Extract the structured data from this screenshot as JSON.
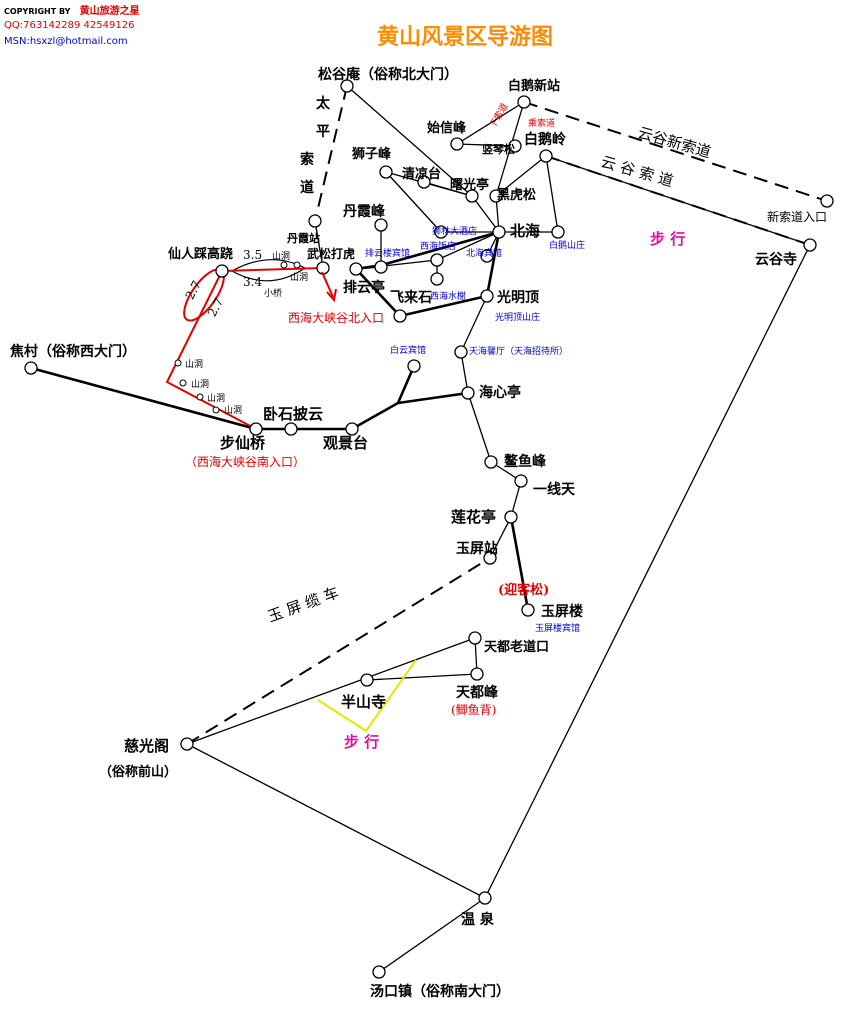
{
  "header": {
    "copyright": "COPYRIGHT BY",
    "author": "黄山旅游之星",
    "qq": "QQ:763142289 42549126",
    "msn": "MSN:hsxzl@hotmail.com"
  },
  "title": "黄山风景区导游图",
  "colors": {
    "title": "#ff8c00",
    "red": "#e00000",
    "blue": "#0000cc",
    "magenta": "#e0109c",
    "yellow": "#e6e600",
    "line": "#000000"
  },
  "places": {
    "songguan": "松谷庵（俗称北大门）",
    "baie": "白鹅新站",
    "xiasuodao": "下索道",
    "shangsuodao": "乘索道",
    "shixin": "始信峰",
    "baieling": "白鹅岭",
    "shuqin": "竖琴松",
    "shizi": "狮子峰",
    "qingliang": "清凉台",
    "shuguang": "曙光亭",
    "heihu": "黑虎松",
    "danxia": "丹霞峰",
    "shilin": "狮林大酒店",
    "beihai": "北海",
    "baige": "白鹅山庄",
    "danxiazhan": "丹霞站",
    "paiyunlou": "排云楼宾馆",
    "xihaifd": "西海饭店",
    "beihaibg": "北海宾馆",
    "xianren": "仙人踩高跷",
    "wusong": "武松打虎",
    "paiyun": "排云亭",
    "feilai": "飞来石",
    "xihaisx": "西海水榭",
    "guangming": "光明顶",
    "gmsz": "光明顶山庄",
    "xihaiN": "西海大峡谷北入口",
    "jiaocun": "焦村（俗称西大门）",
    "baiyun": "白云宾馆",
    "tianhai": "天海馨厅（天海招待所）",
    "haixin": "海心亭",
    "woshi": "卧石披云",
    "buxian": "步仙桥",
    "guanjing": "观景台",
    "xihaiS": "（西海大峡谷南入口）",
    "aoyu": "鳌鱼峰",
    "yixian": "一线天",
    "lianhua": "莲花亭",
    "yupingzhan": "玉屏站",
    "yingke": "(迎客松)",
    "yupinglou": "玉屏楼",
    "yplbg": "玉屏楼宾馆",
    "tiandulao": "天都老道口",
    "tiandu": "天都峰",
    "jiyubei": "(鲫鱼背)",
    "banshan": "半山寺",
    "ciguang": "慈光阁",
    "ciguang2": "（俗称前山）",
    "wenquan": "温 泉",
    "tangkou": "汤口镇（俗称南大门）",
    "yungusi": "云谷寺",
    "xinsuo": "新索道入口",
    "yunguxin": "云谷新索道",
    "yungusuo": "云 谷 索 道",
    "taiping": [
      "太",
      "平",
      "索",
      "道"
    ],
    "yuping": "玉 屏 缆 车",
    "buxing1": "步 行",
    "buxing2": "步 行",
    "cave": "山洞",
    "xiaoqiao": "小桥",
    "d35": "3.5",
    "d34": "3.4",
    "d27a": "2.7",
    "d27b": "2.7"
  }
}
